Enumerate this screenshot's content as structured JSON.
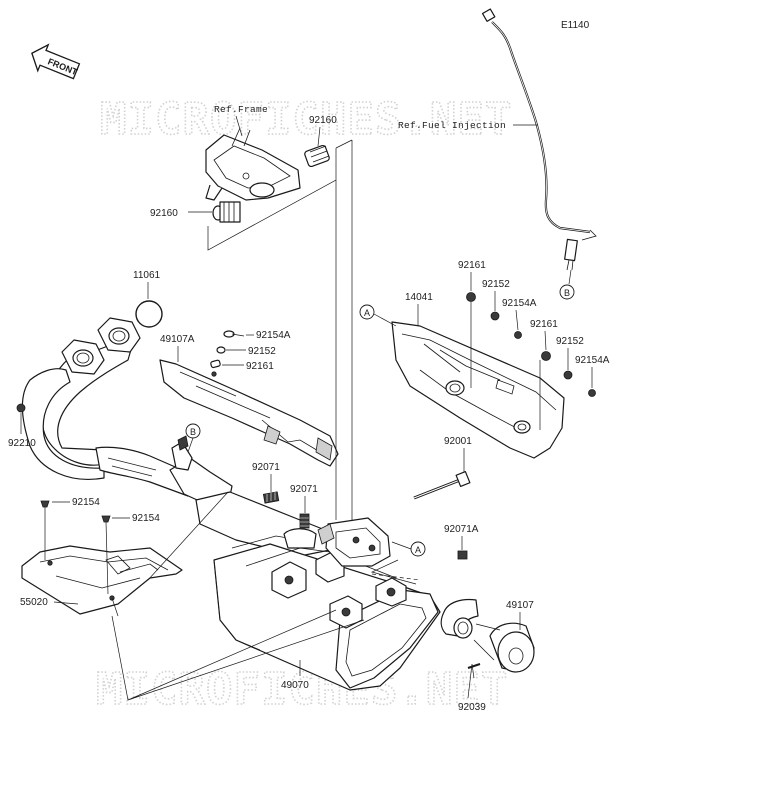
{
  "diagram": {
    "code": "E1140",
    "front_label": "FRONT",
    "watermark": "MICROFICHES.NET",
    "refs": {
      "frame": "Ref.Frame",
      "fuel_injection": "Ref.Fuel Injection"
    },
    "markers": {
      "a": "A",
      "b": "B"
    },
    "parts": {
      "p92160_top": "92160",
      "p92160_left": "92160",
      "p11061": "11061",
      "p49107A": "49107A",
      "p92154A_left": "92154A",
      "p92152_left": "92152",
      "p92161_left": "92161",
      "p92210": "92210",
      "p14041": "14041",
      "p92161_r1": "92161",
      "p92152_r1": "92152",
      "p92154A_r1": "92154A",
      "p92161_r2": "92161",
      "p92152_r2": "92152",
      "p92154A_r2": "92154A",
      "p92001": "92001",
      "p92071_a": "92071",
      "p92071_b": "92071",
      "p92071A": "92071A",
      "p92154_1": "92154",
      "p92154_2": "92154",
      "p55020": "55020",
      "p49107": "49107",
      "p49070": "49070",
      "p92039": "92039"
    }
  }
}
